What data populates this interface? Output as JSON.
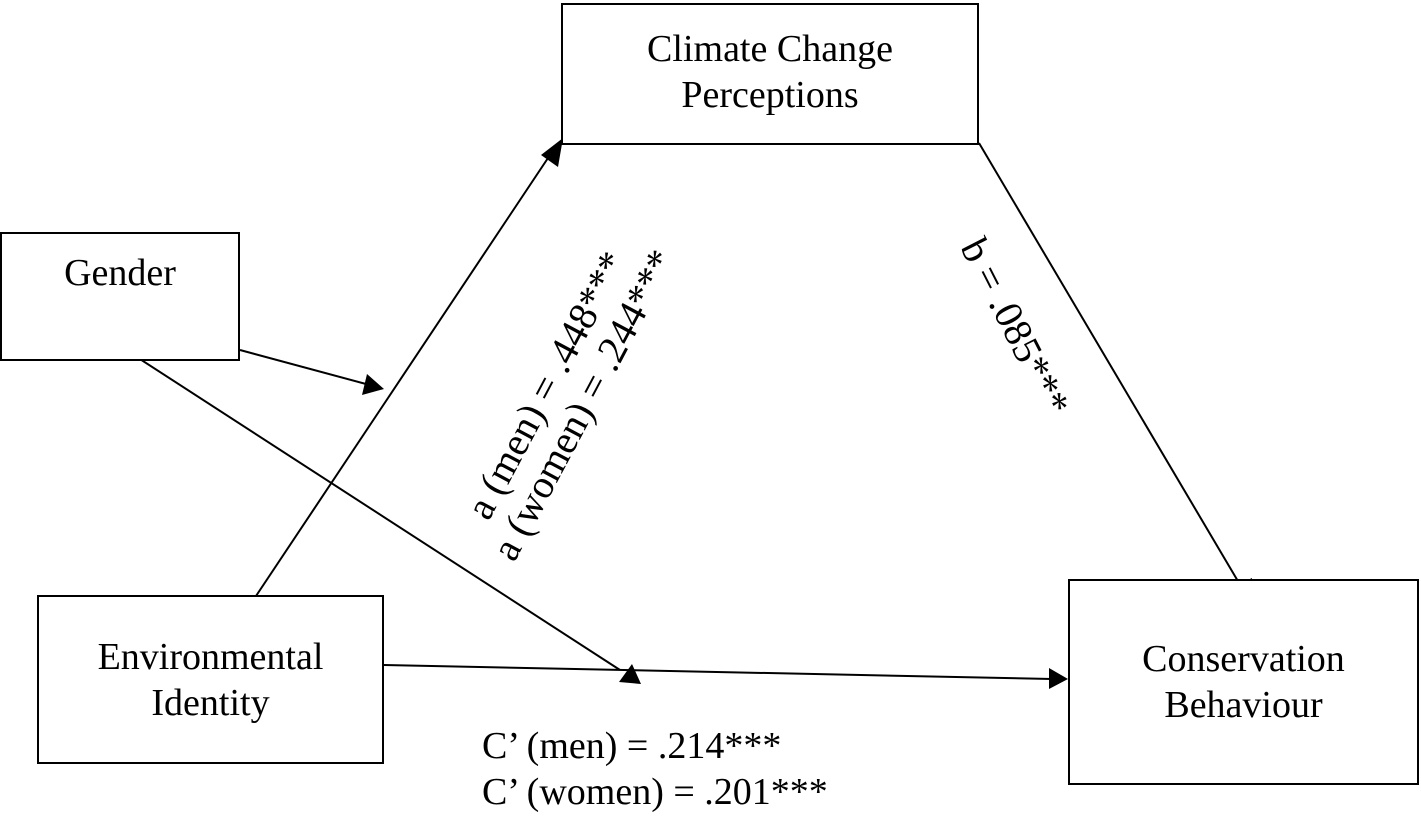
{
  "nodes": {
    "climate_change": {
      "line1": "Climate Change",
      "line2": "Perceptions"
    },
    "gender": {
      "label": "Gender"
    },
    "environmental_identity": {
      "line1": "Environmental",
      "line2": "Identity"
    },
    "conservation_behaviour": {
      "line1": "Conservation",
      "line2": "Behaviour"
    }
  },
  "paths": {
    "a_men": "a (men) = .448***",
    "a_women": "a (women) = .244***",
    "b": "b = .085***",
    "c_men": "C’ (men) = .214***",
    "c_women": "C’ (women) = .201***"
  },
  "colors": {
    "stroke": "#000000",
    "background": "#ffffff"
  }
}
